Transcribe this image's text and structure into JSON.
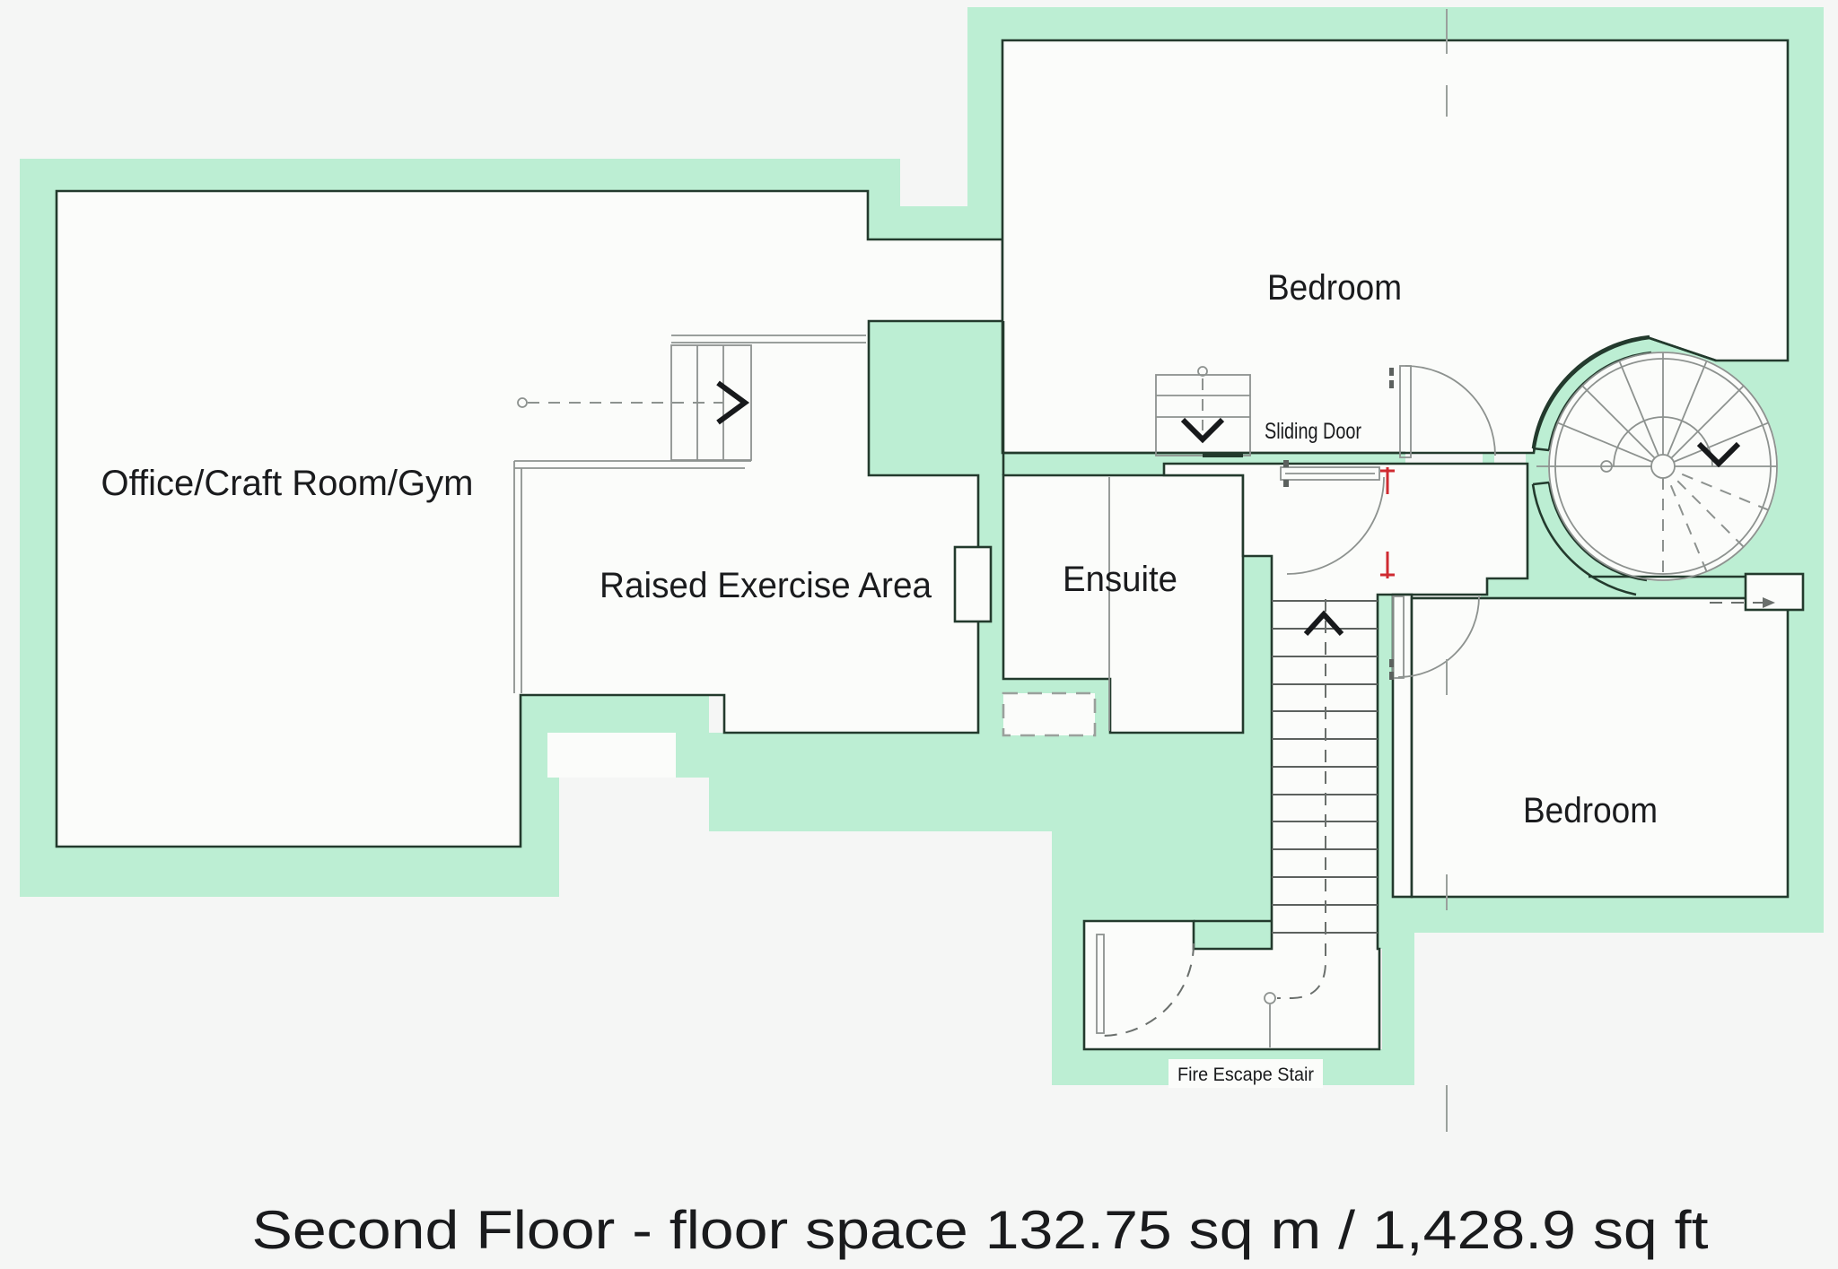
{
  "plan": {
    "floor_label": "Second Floor",
    "floor_space_sq_m": "132.75",
    "floor_space_sq_ft": "1,428.9",
    "caption": "Second Floor  - floor space 132.75 sq m / 1,428.9 sq ft",
    "rooms": [
      {
        "id": "office",
        "label": "Office/Craft Room/Gym"
      },
      {
        "id": "raised-exercise-area",
        "label": "Raised Exercise Area"
      },
      {
        "id": "ensuite",
        "label": "Ensuite"
      },
      {
        "id": "bedroom-top",
        "label": "Bedroom"
      },
      {
        "id": "bedroom-bottom",
        "label": "Bedroom"
      }
    ],
    "annotations": [
      {
        "id": "sliding-door",
        "label": "Sliding Door"
      },
      {
        "id": "fire-escape-stair",
        "label": "Fire Escape Stair"
      }
    ],
    "colors": {
      "wall_band": "#bceed3",
      "wall_outline": "#233a2d",
      "floor": "#fbfcfa",
      "detail_lines": "#8d928f",
      "door_marker_red": "#cf2b31",
      "text": "#1a1b1d",
      "background": "#f5f6f5"
    }
  }
}
